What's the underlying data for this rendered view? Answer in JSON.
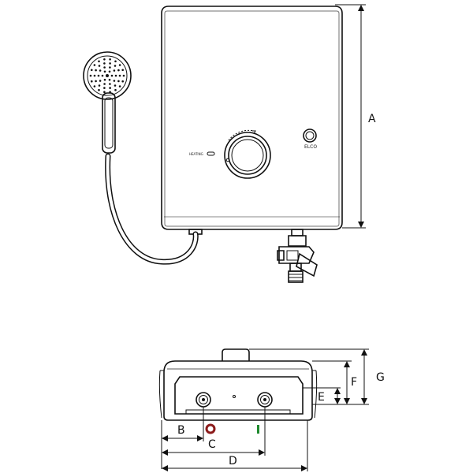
{
  "labels": {
    "dim_a": "A",
    "dim_b": "B",
    "dim_c": "C",
    "dim_d": "D",
    "dim_e": "E",
    "dim_f": "F",
    "dim_g": "G",
    "heating": "HEATING",
    "brand": "ELCO"
  },
  "colors": {
    "line": "#111111",
    "hot_marker": "#8b1a1a",
    "cold_marker": "#1f8a2e",
    "body_fill": "#ffffff"
  }
}
